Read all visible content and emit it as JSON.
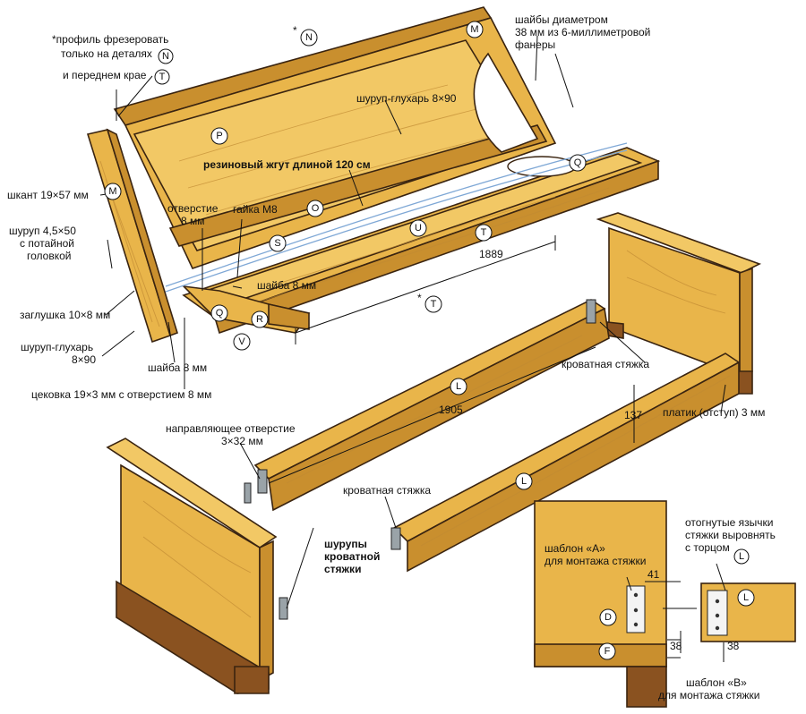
{
  "labels": {
    "profile_note": "*профиль фрезеровать только на деталях",
    "profile_note_2": "и переднем крае",
    "washers": "шайбы диаметром 38 мм из 6-миллиметровой фанеры",
    "lag_screw_top": "шуруп-глухарь 8×90",
    "rubber_cord": "резиновый жгут длиной 120 см",
    "dowel": "шкант 19×57 мм",
    "screw_countersunk": "шуруп 4,5×50 с потайной головкой",
    "hole": "отверстие 8 мм",
    "nut": "гайка М8",
    "washer_8_top": "шайба 8 мм",
    "plug": "заглушка 10×8 мм",
    "lag_screw_left": "шуруп-глухарь 8×90",
    "washer_8_left": "шайба 8 мм",
    "counterbore": "цековка 19×3 мм с отверстием 8 мм",
    "bed_bracket_right": "кроватная стяжка",
    "guide_hole": "направляющее отверстие 3×32 мм",
    "bed_bracket_mid": "кроватная стяжка",
    "bracket_screws": "шурупы кроватной стяжки",
    "reveal": "платик (отступ) 3 мм",
    "template_a": "шаблон «А» для монтажа стяжки",
    "template_b": "шаблон «В» для монтажа стяжки",
    "bent_tabs": "отогнутые язычки стяжки выровнять с торцом"
  },
  "dimensions": {
    "length_1889": "1889",
    "length_1905": "1905",
    "height_137": "137",
    "offset_41": "41",
    "offset_38_a": "38",
    "offset_38_b": "38"
  },
  "parts": {
    "N": "N",
    "N_star": "*N",
    "M": "M",
    "M_left": "M",
    "P": "P",
    "O": "O",
    "Q": "Q",
    "Q_right": "Q",
    "R": "R",
    "S": "S",
    "T": "T",
    "T_star": "*T",
    "U": "U",
    "V": "V",
    "L_back": "L",
    "L_front": "L",
    "L_detail": "L",
    "D": "D",
    "F": "F",
    "note_N": "N",
    "note_T": "T",
    "note_L": "L"
  },
  "colors": {
    "wood": "#e9b54a",
    "wood_light": "#f2c865",
    "wood_dark": "#c98f2e",
    "cord": "#7fa8d6"
  }
}
